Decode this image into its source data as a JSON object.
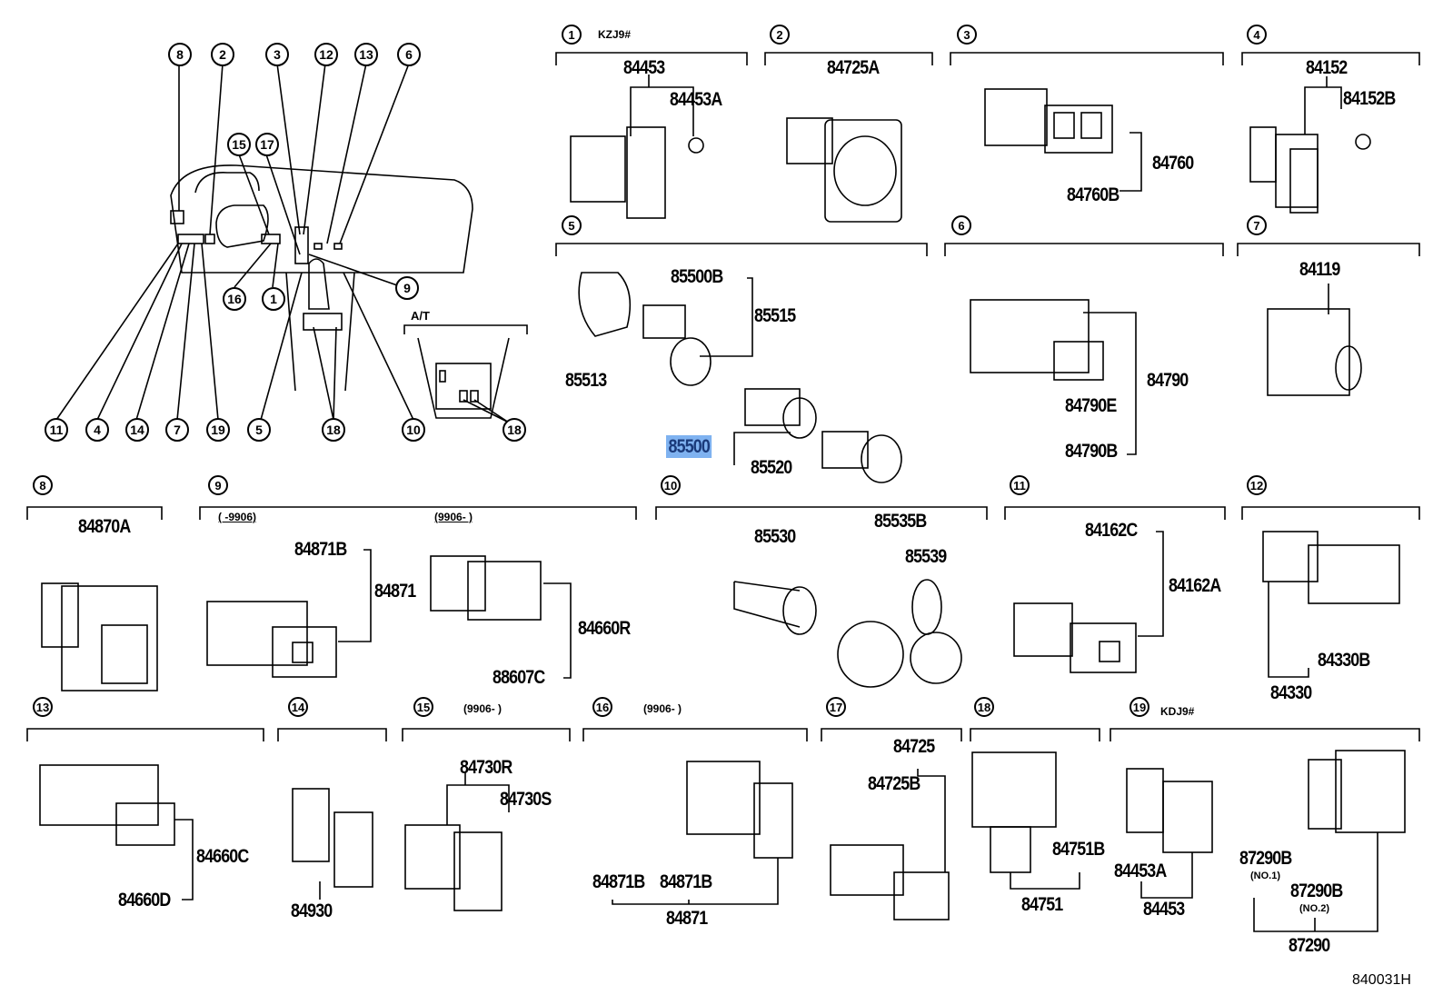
{
  "diagram_id": "840031H",
  "overview": {
    "label_at": "A/T",
    "callouts_top": [
      "8",
      "2",
      "3",
      "12",
      "13",
      "6"
    ],
    "callouts_mid": [
      "15",
      "17"
    ],
    "callouts_side": [
      "16",
      "1",
      "9"
    ],
    "callouts_bottom": [
      "11",
      "4",
      "14",
      "7",
      "19",
      "5",
      "18",
      "10",
      "18"
    ]
  },
  "sections": [
    {
      "num": "1",
      "note": "KZJ9#",
      "parts": [
        "84453",
        "84453A"
      ]
    },
    {
      "num": "2",
      "note": "",
      "parts": [
        "84725A"
      ]
    },
    {
      "num": "3",
      "note": "",
      "parts": [
        "84760",
        "84760B"
      ]
    },
    {
      "num": "4",
      "note": "",
      "parts": [
        "84152",
        "84152B"
      ]
    },
    {
      "num": "5",
      "note": "",
      "parts": [
        "85500B",
        "85515",
        "85513",
        "85500",
        "85520"
      ]
    },
    {
      "num": "6",
      "note": "",
      "parts": [
        "84790",
        "84790E",
        "84790B"
      ]
    },
    {
      "num": "7",
      "note": "",
      "parts": [
        "84119"
      ]
    },
    {
      "num": "8",
      "note": "",
      "parts": [
        "84870A"
      ]
    },
    {
      "num": "9",
      "note": "",
      "sub_notes": [
        "(      -9906)",
        "(9906-      )"
      ],
      "parts": [
        "84871B",
        "84871",
        "84660R",
        "88607C"
      ]
    },
    {
      "num": "10",
      "note": "",
      "parts": [
        "85530",
        "85535B",
        "85539"
      ]
    },
    {
      "num": "11",
      "note": "",
      "parts": [
        "84162C",
        "84162A"
      ]
    },
    {
      "num": "12",
      "note": "",
      "parts": [
        "84330B",
        "84330"
      ]
    },
    {
      "num": "13",
      "note": "",
      "parts": [
        "84660C",
        "84660D"
      ]
    },
    {
      "num": "14",
      "note": "",
      "parts": [
        "84930"
      ]
    },
    {
      "num": "15",
      "note": "(9906-      )",
      "parts": [
        "84730R",
        "84730S"
      ]
    },
    {
      "num": "16",
      "note": "(9906-      )",
      "parts": [
        "84871B",
        "84871B",
        "84871"
      ]
    },
    {
      "num": "17",
      "note": "",
      "parts": [
        "84725",
        "84725B"
      ]
    },
    {
      "num": "18",
      "note": "",
      "parts": [
        "84751B",
        "84751"
      ]
    },
    {
      "num": "19",
      "note": "KDJ9#",
      "parts": [
        "84453A",
        "84453",
        "87290B",
        "87290B",
        "87290"
      ],
      "part_notes": [
        "(NO.1)",
        "(NO.2)"
      ]
    }
  ],
  "highlighted_part": "85500"
}
